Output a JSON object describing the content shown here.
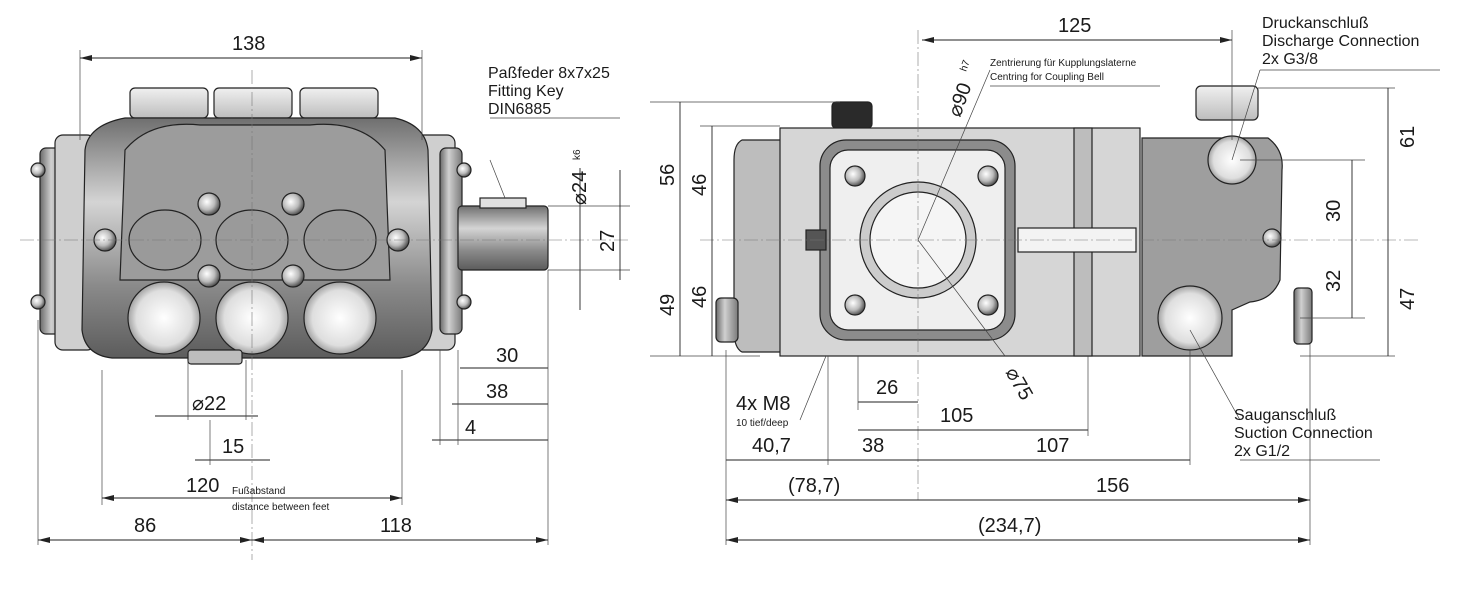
{
  "front_view": {
    "dimensions": {
      "width_total": "138",
      "key_diameter": "⌀24",
      "key_tolerance": "k6",
      "shaft_height": "27",
      "shaft_length_30": "30",
      "shaft_length_38": "38",
      "shaft_offset_4": "4",
      "inlet_diameter": "⌀22",
      "inlet_spacing": "15",
      "feet_distance": "120",
      "left_offset": "86",
      "right_offset": "118"
    },
    "labels": {
      "key_de": "Paßfeder 8x7x25",
      "key_en": "Fitting Key",
      "key_din": "DIN6885",
      "feet_de": "Fußabstand",
      "feet_en": "distance between feet"
    }
  },
  "side_view": {
    "dimensions": {
      "top_length": "125",
      "centering_diameter": "⌀90",
      "centering_tolerance": "h7",
      "flange_diameter": "⌀75",
      "upper_56": "56",
      "upper_46": "46",
      "lower_49": "49",
      "lower_46": "46",
      "right_61": "61",
      "right_30": "30",
      "right_32": "32",
      "right_47": "47",
      "hole_26": "26",
      "len_105": "105",
      "len_40_7": "40,7",
      "len_38": "38",
      "len_107": "107",
      "len_78_7": "(78,7)",
      "len_156": "156",
      "len_234_7": "(234,7)"
    },
    "labels": {
      "centering_de": "Zentrierung für Kupplungslaterne",
      "centering_en": "Centring for Coupling Bell",
      "discharge_de": "Druckanschluß",
      "discharge_en": "Discharge Connection",
      "discharge_size": "2x G3/8",
      "suction_de": "Sauganschluß",
      "suction_en": "Suction Connection",
      "suction_size": "2x G1/2",
      "thread": "4x M8",
      "thread_depth": "10 tief/deep"
    }
  },
  "colors": {
    "body_dark": "#8f8f8f",
    "body_mid": "#b4b4b4",
    "body_light": "#d9d9d9",
    "line": "#222222"
  }
}
